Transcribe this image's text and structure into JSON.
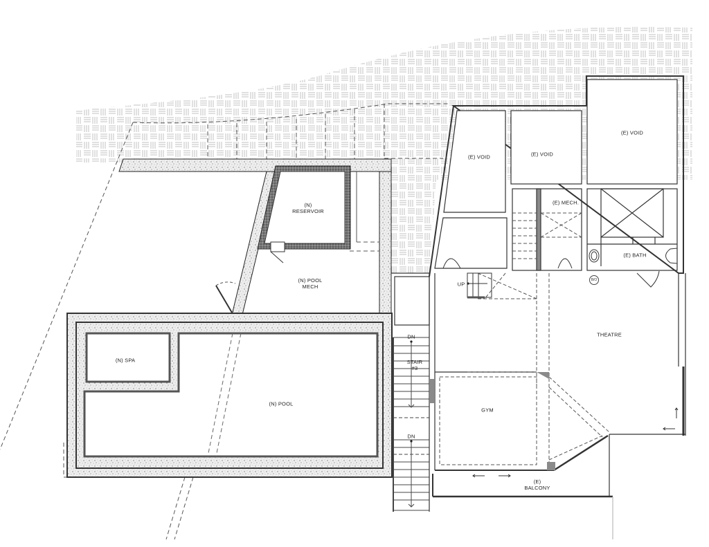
{
  "drawing": {
    "type": "architectural floor plan",
    "colors": {
      "line": "#2a2a2a",
      "hatch": "#bdbdbd",
      "concrete_fill": "#e8e8e8",
      "wall_fill": "#8a8a8a",
      "background": "#ffffff"
    }
  },
  "rooms": {
    "void_1": {
      "label": "(E) VOID"
    },
    "void_2": {
      "label": "(E) VOID"
    },
    "void_3": {
      "label": "(E) VOID"
    },
    "mech": {
      "label": "(E) MECH."
    },
    "bath": {
      "label": "(E) BATH"
    },
    "reservoir": {
      "line1": "(N)",
      "line2": "RESERVOIR"
    },
    "pool_mech": {
      "line1": "(N) POOL",
      "line2": "MECH"
    },
    "spa": {
      "label": "(N) SPA"
    },
    "pool": {
      "label": "(N) POOL"
    },
    "theatre": {
      "label": "THEATRE"
    },
    "gym": {
      "label": "GYM"
    },
    "balcony": {
      "line1": "(E)",
      "line2": "BALCONY"
    },
    "stair": {
      "line1": "STAIR",
      "line2": "#3"
    }
  },
  "annotations": {
    "up": "UP",
    "dn_1": "DN",
    "dn_2": "DN",
    "circle_tag": "B/O"
  }
}
